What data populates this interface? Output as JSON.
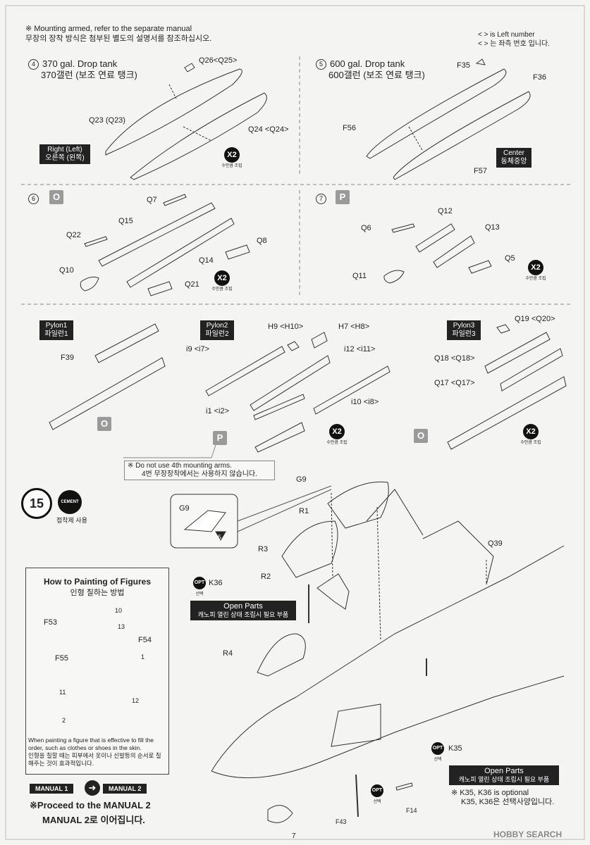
{
  "header": {
    "note_en": "※ Mounting armed, refer to the separate manual",
    "note_ko": "무장의 장착 방식은 첨부된 별도의 설명서를 참조하십시오.",
    "legend_en": "< > is  Left number",
    "legend_ko": "< > 는 좌측 번호 입니다."
  },
  "steps": {
    "s4": {
      "num": "4",
      "title_en": "370 gal. Drop tank",
      "title_ko": "370갤런 (보조 연료 탱크)",
      "side_en": "Right  (Left)",
      "side_ko": "오른쪽 (왼쪽)",
      "parts": [
        "Q26<Q25>",
        "Q23 (Q23)",
        "Q24 <Q24>"
      ]
    },
    "s5": {
      "num": "5",
      "title_en": "600 gal. Drop tank",
      "title_ko": "600갤런 (보조 연료 탱크)",
      "side_en": "Center",
      "side_ko": "동체중앙",
      "parts": [
        "F35",
        "F36",
        "F56",
        "F57"
      ]
    },
    "s6": {
      "num": "6",
      "box": "O",
      "parts": [
        "Q7",
        "Q22",
        "Q15",
        "Q8",
        "Q14",
        "Q10",
        "Q21"
      ]
    },
    "s7": {
      "num": "7",
      "box": "P",
      "parts": [
        "Q12",
        "Q6",
        "Q13",
        "Q5",
        "Q11"
      ]
    },
    "pylons": {
      "p1": {
        "en": "Pylon1",
        "ko": "파일런1",
        "parts": [
          "F39"
        ],
        "box": "O"
      },
      "p2": {
        "en": "Pylon2",
        "ko": "파일런2",
        "parts": [
          "H9 <H10>",
          "H7 <H8>",
          "i9 <i7>",
          "i12 <i11>",
          "i1 <i2>",
          "i10 <i8>"
        ],
        "box": "P"
      },
      "p3": {
        "en": "Pylon3",
        "ko": "파일런3",
        "parts": [
          "Q19 <Q20>",
          "Q18 <Q18>",
          "Q17 <Q17>"
        ],
        "box": "O"
      },
      "note_en": "※ Do not use 4th mounting arms.",
      "note_ko": "4번 무장장착에서는 사용하지 않습니다."
    },
    "s15": {
      "num": "15",
      "cement": "CEMENT",
      "cement_ko": "접착제 사용",
      "parts": [
        "G9",
        "R1",
        "R3",
        "R2",
        "R4",
        "Q39",
        "K36",
        "K35",
        "F43",
        "F14"
      ],
      "detail_part": "G9",
      "detail_num": "5",
      "open_en": "Open Parts",
      "open_ko": "캐노피 열린 상태 조립시 필요 부품",
      "optional_en": "※ K35, K36 is optional",
      "optional_ko": "K35, K36은 선택사양입니다."
    }
  },
  "x2": {
    "label": "X2",
    "sub": "수만큼 조립"
  },
  "opt": {
    "label": "OPT",
    "sub": "선택"
  },
  "painting": {
    "title_en": "How to Painting of Figures",
    "title_ko": "인형 칠하는 방법",
    "labels": [
      "F53",
      "F54",
      "F55"
    ],
    "colors": [
      "10",
      "13",
      "1",
      "11",
      "12",
      "2"
    ],
    "desc_en": "When painting a figure that is effective to fill the order, such as clothes or shoes in the skin.",
    "desc_ko": "인형을 칠할 때는 피부에서 옷이나 신발등의 순서로 칠해주는 것이 효과적입니다."
  },
  "manual": {
    "m1": "MANUAL 1",
    "m2": "MANUAL 2",
    "proceed_en": "※Proceed to the MANUAL 2",
    "proceed_ko": "MANUAL 2로 이어집니다."
  },
  "footer": {
    "page": "7",
    "watermark": "HOBBY SEARCH"
  }
}
